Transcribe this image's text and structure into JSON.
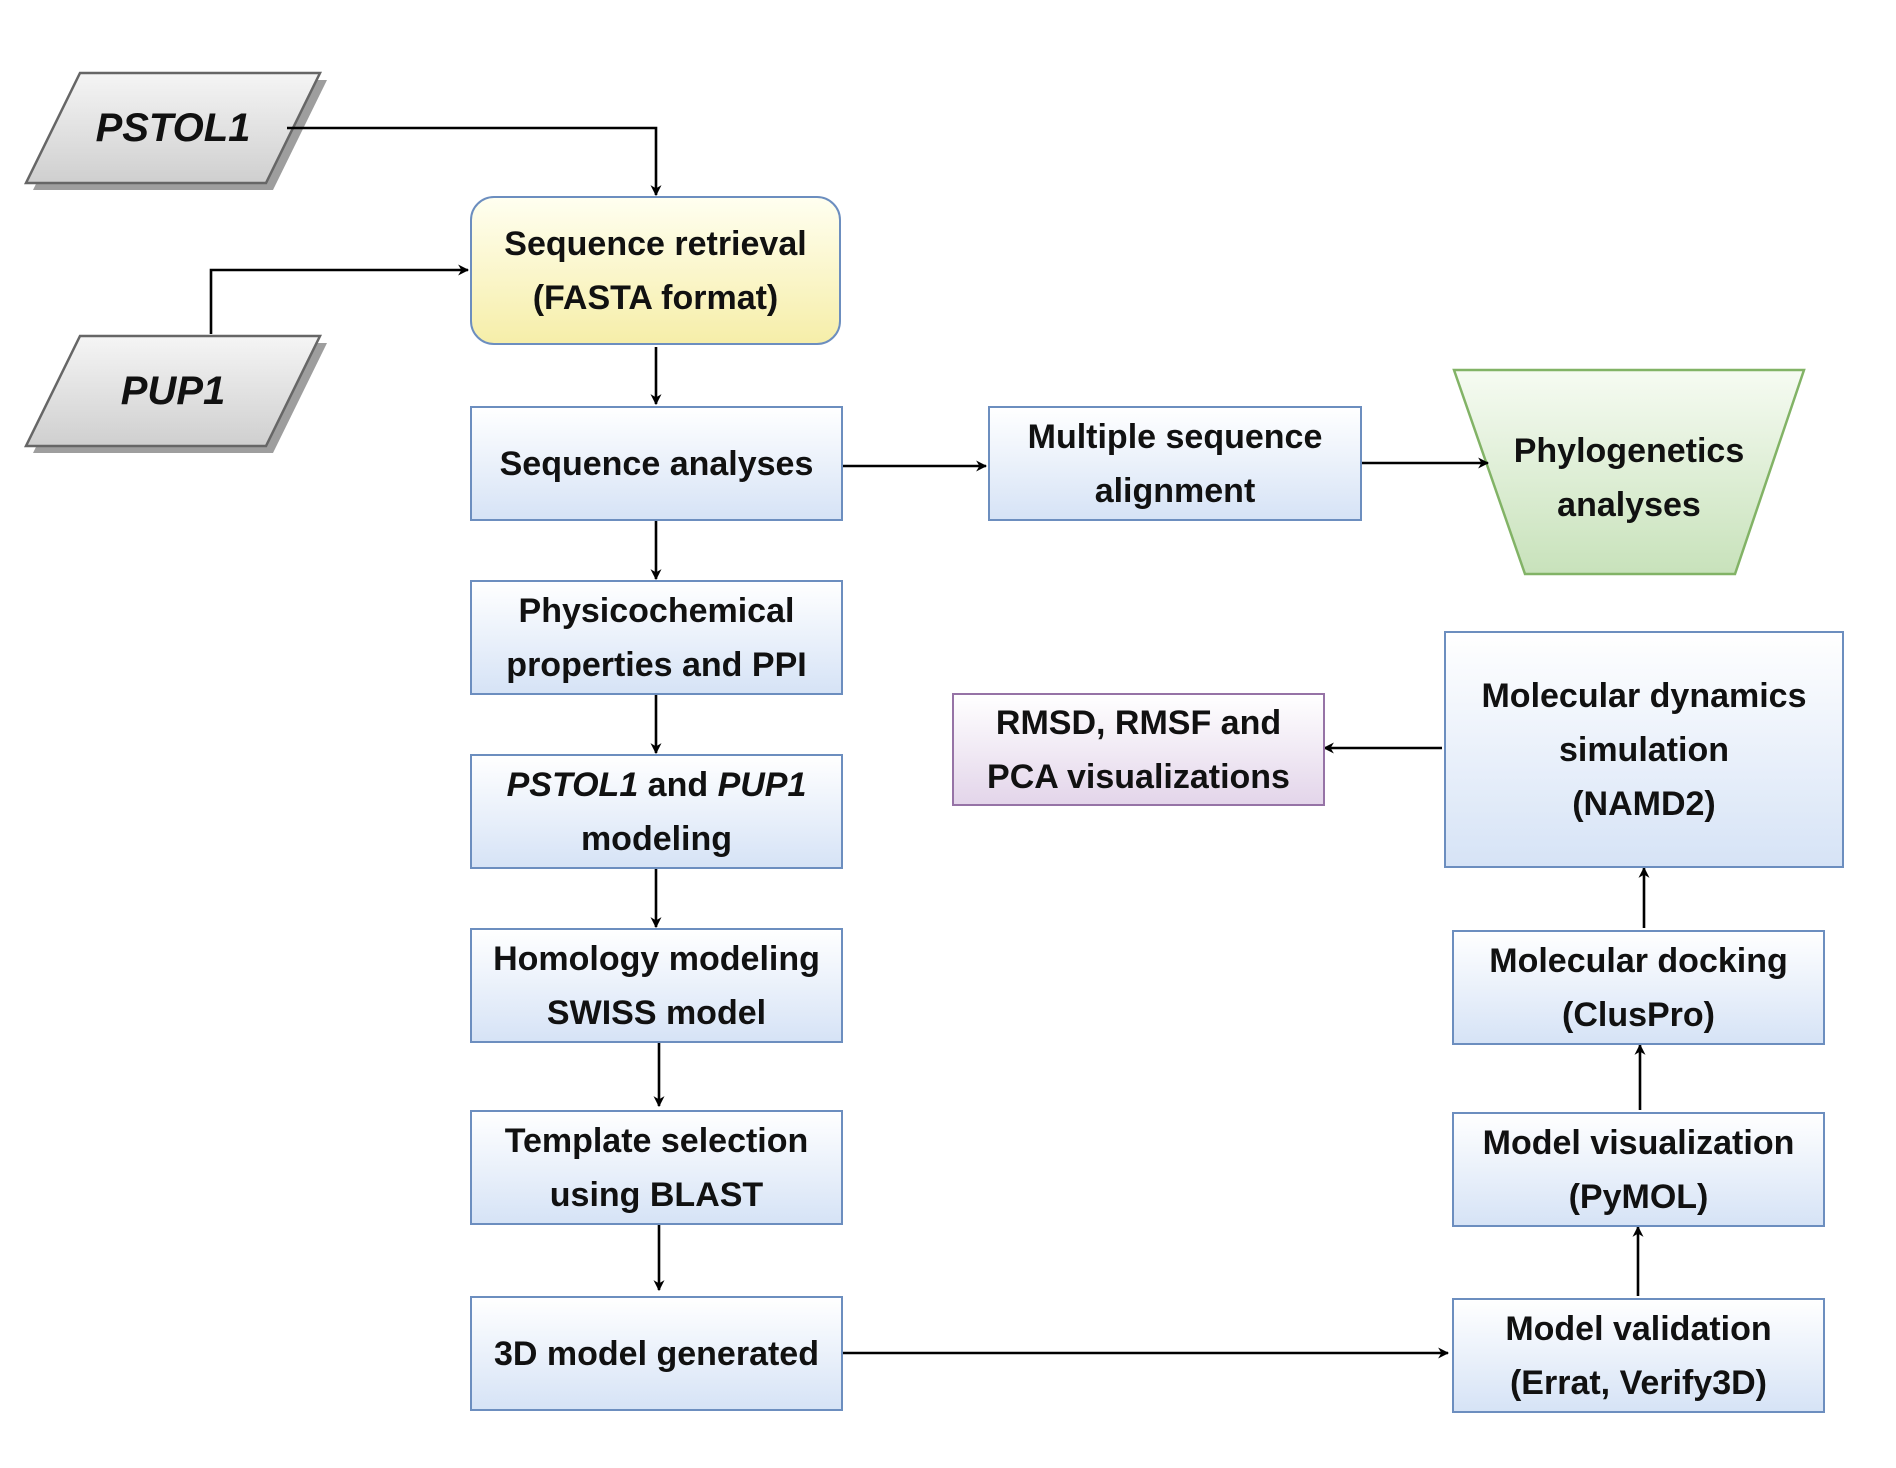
{
  "inputs": {
    "pstol1": "PSTOL1",
    "pup1": "PUP1"
  },
  "steps": {
    "sequence_retrieval": "Sequence retrieval\n(FASTA format)",
    "sequence_analyses": "Sequence analyses",
    "multiple_sequence_alignment": "Multiple sequence\nalignment",
    "phylogenetics_analyses": "Phylogenetics\nanalyses",
    "physicochemical": "Physicochemical\nproperties and PPI",
    "modeling": {
      "gene1": "PSTOL1",
      "and": " and ",
      "gene2": "PUP1",
      "line2": "modeling"
    },
    "homology_modeling": "Homology modeling\nSWISS model",
    "template_selection": "Template selection\nusing BLAST",
    "model_generated": "3D model generated",
    "model_validation": "Model validation\n(Errat, Verify3D)",
    "model_visualization": "Model visualization\n(PyMOL)",
    "molecular_docking": "Molecular docking\n(ClusPro)",
    "molecular_dynamics": "Molecular dynamics\nsimulation\n(NAMD2)",
    "rmsd_visualizations": "RMSD, RMSF and\nPCA visualizations"
  },
  "colors": {
    "process_fill": "#dae8fc",
    "process_stroke": "#6c8ebf",
    "start_fill": "#fff2cc",
    "input_fill": "#e0e0e0",
    "input_stroke": "#666666",
    "output_fill": "#d5e8d4",
    "output_stroke": "#82b366",
    "result_fill": "#e1d5e7",
    "result_stroke": "#9673a6",
    "arrow": "#000000"
  }
}
